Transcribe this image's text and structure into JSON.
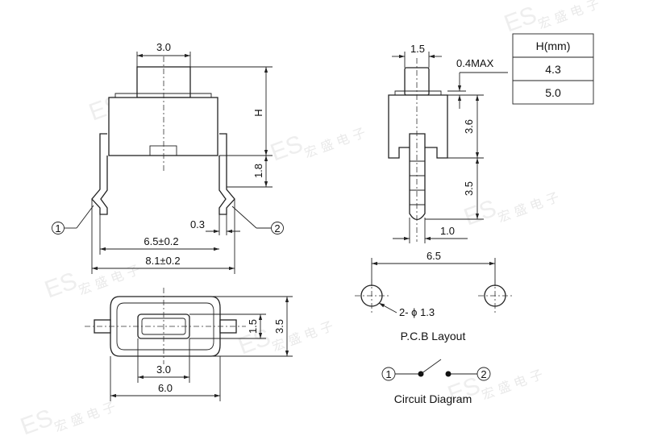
{
  "watermark": {
    "text": "ES",
    "cn": "宏 盛 电 子"
  },
  "front_view": {
    "dim_top": "3.0",
    "dim_h": "H",
    "dim_lead": "1.8",
    "dim_03": "0.3",
    "dim_65": "6.5±0.2",
    "dim_81": "8.1±0.2",
    "pin1": "1",
    "pin2": "2"
  },
  "side_view": {
    "dim_15": "1.5",
    "dim_04": "0.4MAX",
    "dim_36": "3.6",
    "dim_35": "3.5",
    "dim_10": "1.0"
  },
  "top_view": {
    "dim_15": "1.5",
    "dim_35": "3.5",
    "dim_30": "3.0",
    "dim_60": "6.0"
  },
  "h_table": {
    "header": "H(mm)",
    "rows": [
      "4.3",
      "5.0"
    ]
  },
  "pcb": {
    "dim_65": "6.5",
    "hole_label": "2- ϕ 1.3",
    "caption": "P.C.B Layout"
  },
  "circuit": {
    "pin1": "1",
    "pin2": "2",
    "caption": "Circuit Diagram"
  }
}
